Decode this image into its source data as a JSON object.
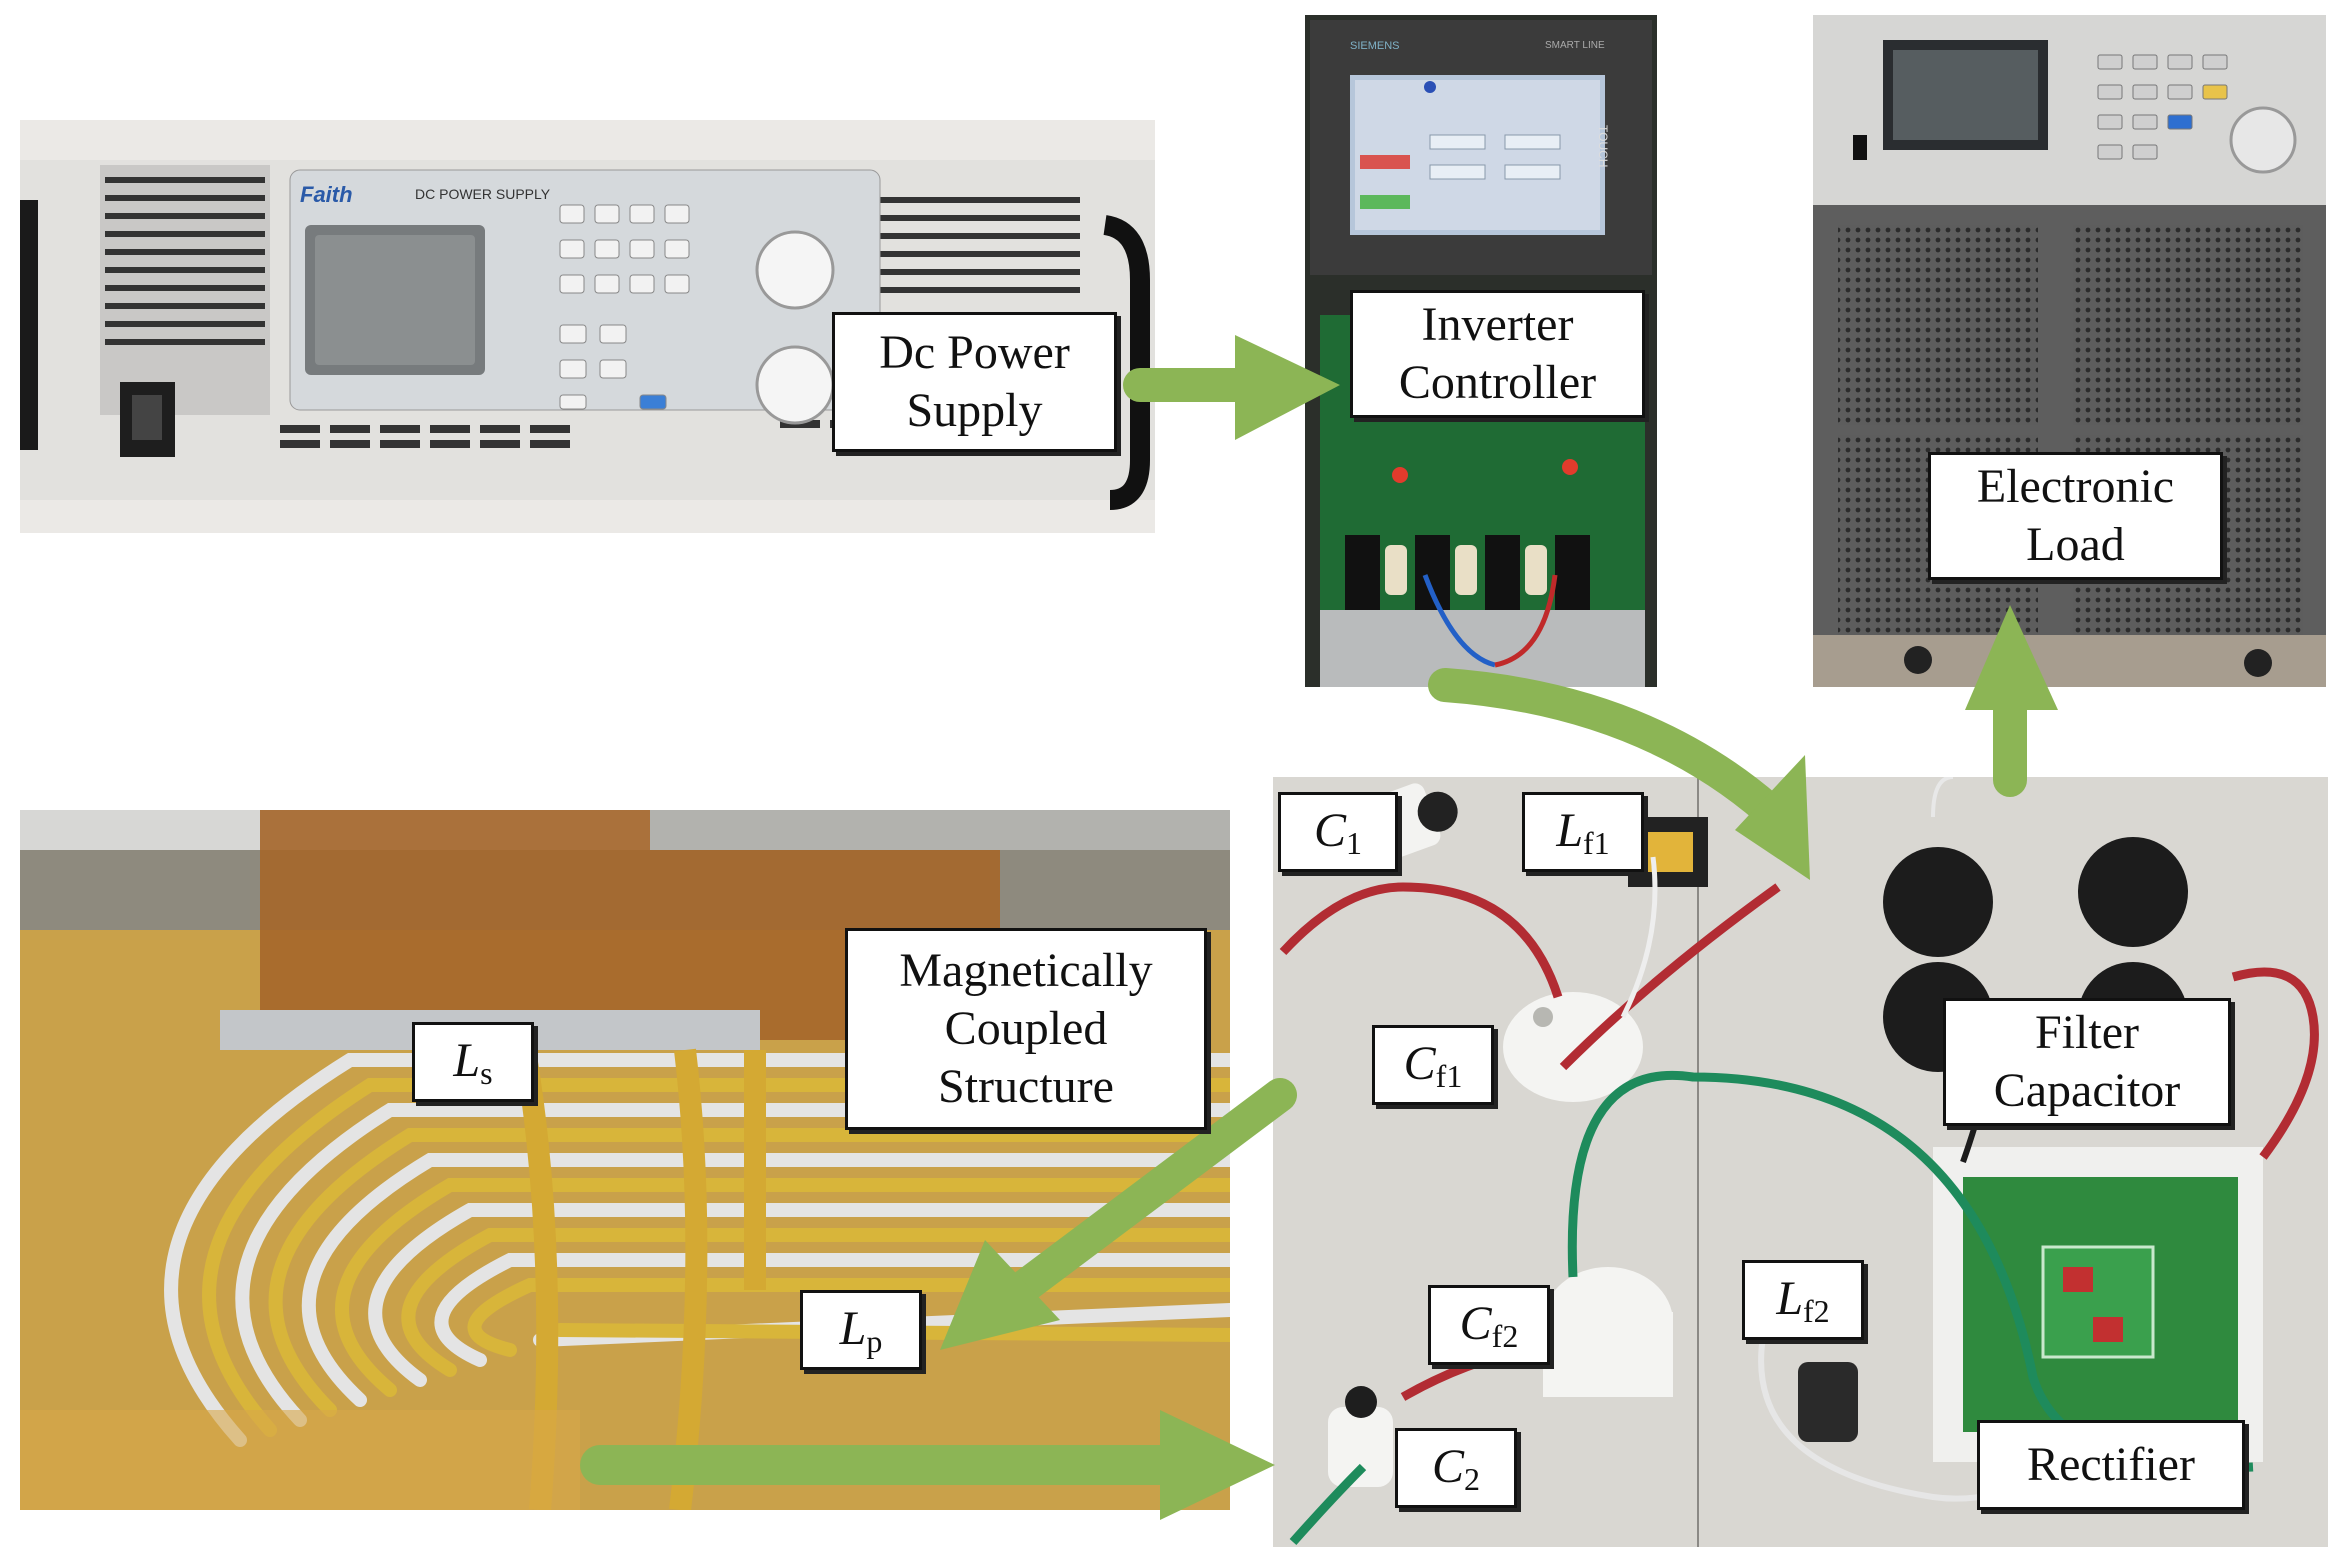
{
  "photos": {
    "dc_power_supply": {
      "brand": "Faith",
      "panel_text": "DC POWER SUPPLY"
    },
    "inverter": {
      "brand": "SIEMENS",
      "panel_text": "SMART LINE",
      "side_text": "TOUCH"
    }
  },
  "labels": {
    "dc_power_supply": [
      "Dc Power",
      "Supply"
    ],
    "inverter_controller": [
      "Inverter",
      "Controller"
    ],
    "electronic_load": [
      "Electronic",
      "Load"
    ],
    "magnetically_coupled": [
      "Magnetically",
      "Coupled",
      "Structure"
    ],
    "filter_capacitor": [
      "Filter",
      "Capacitor"
    ],
    "rectifier": [
      "Rectifier"
    ]
  },
  "components": {
    "c1": {
      "sym": "C",
      "sub": "1"
    },
    "lf1": {
      "sym": "L",
      "sub": "f1"
    },
    "cf1": {
      "sym": "C",
      "sub": "f1"
    },
    "cf2": {
      "sym": "C",
      "sub": "f2"
    },
    "lf2": {
      "sym": "L",
      "sub": "f2"
    },
    "c2": {
      "sym": "C",
      "sub": "2"
    },
    "ls": {
      "sym": "L",
      "sub": "s"
    },
    "lp": {
      "sym": "L",
      "sub": "p"
    }
  },
  "colors": {
    "arrow": "#8cb555",
    "photo_bg": "#d9d7d2"
  }
}
